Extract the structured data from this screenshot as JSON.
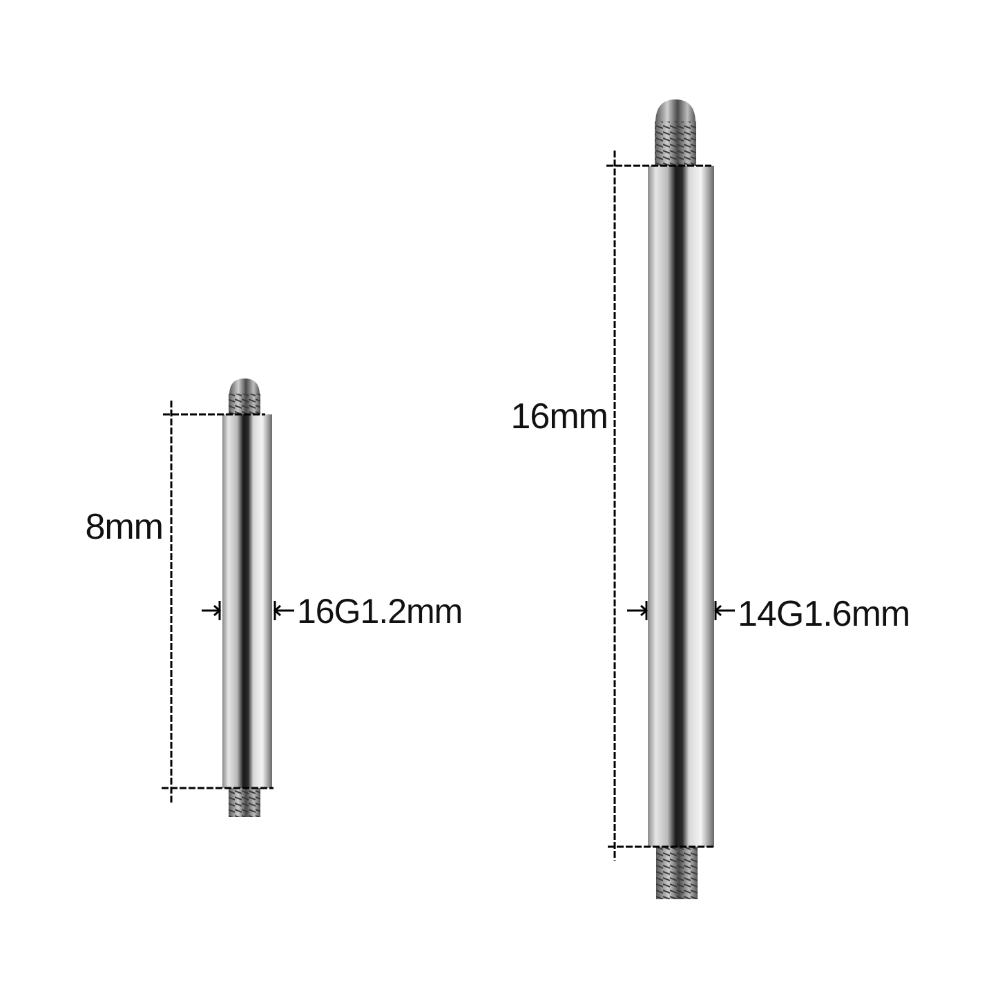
{
  "colors": {
    "background": "#ffffff",
    "dimension_line": "#000000",
    "label": "#111111",
    "steel_dark": "#2a2a2a",
    "steel_light": "#f2f2f2"
  },
  "bars": [
    {
      "length_label": "8mm",
      "gauge_label": "16G1.2mm"
    },
    {
      "length_label": "16mm",
      "gauge_label": "14G1.6mm"
    }
  ]
}
